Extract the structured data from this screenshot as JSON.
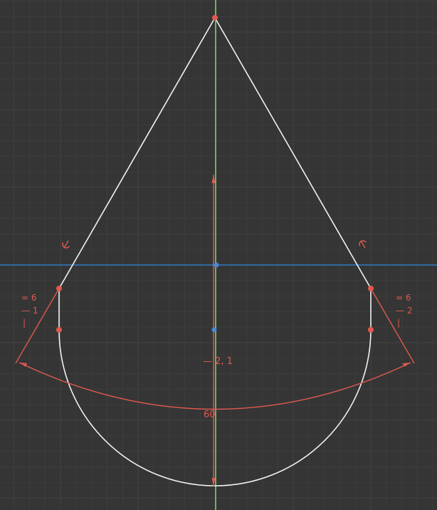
{
  "colors": {
    "background": "#353535",
    "grid_minor": "#3d3d3d",
    "grid_major": "#424242",
    "axis_x": "#2f7cc4",
    "axis_y": "#7ed46a",
    "geometry": "#f2f2f2",
    "constraint": "#e05a50",
    "origin_point": "#4a86d6"
  },
  "constraints": {
    "left": {
      "equal": "= 6",
      "horizontal": "— 1",
      "vertical": "|",
      "tangent_icon": "tangent-icon"
    },
    "right": {
      "equal": "= 6",
      "horizontal": "— 2",
      "vertical": "|",
      "tangent_icon": "tangent-icon"
    }
  },
  "dimensions": {
    "vertical_distance": "— 2, 1",
    "angle": "60"
  }
}
